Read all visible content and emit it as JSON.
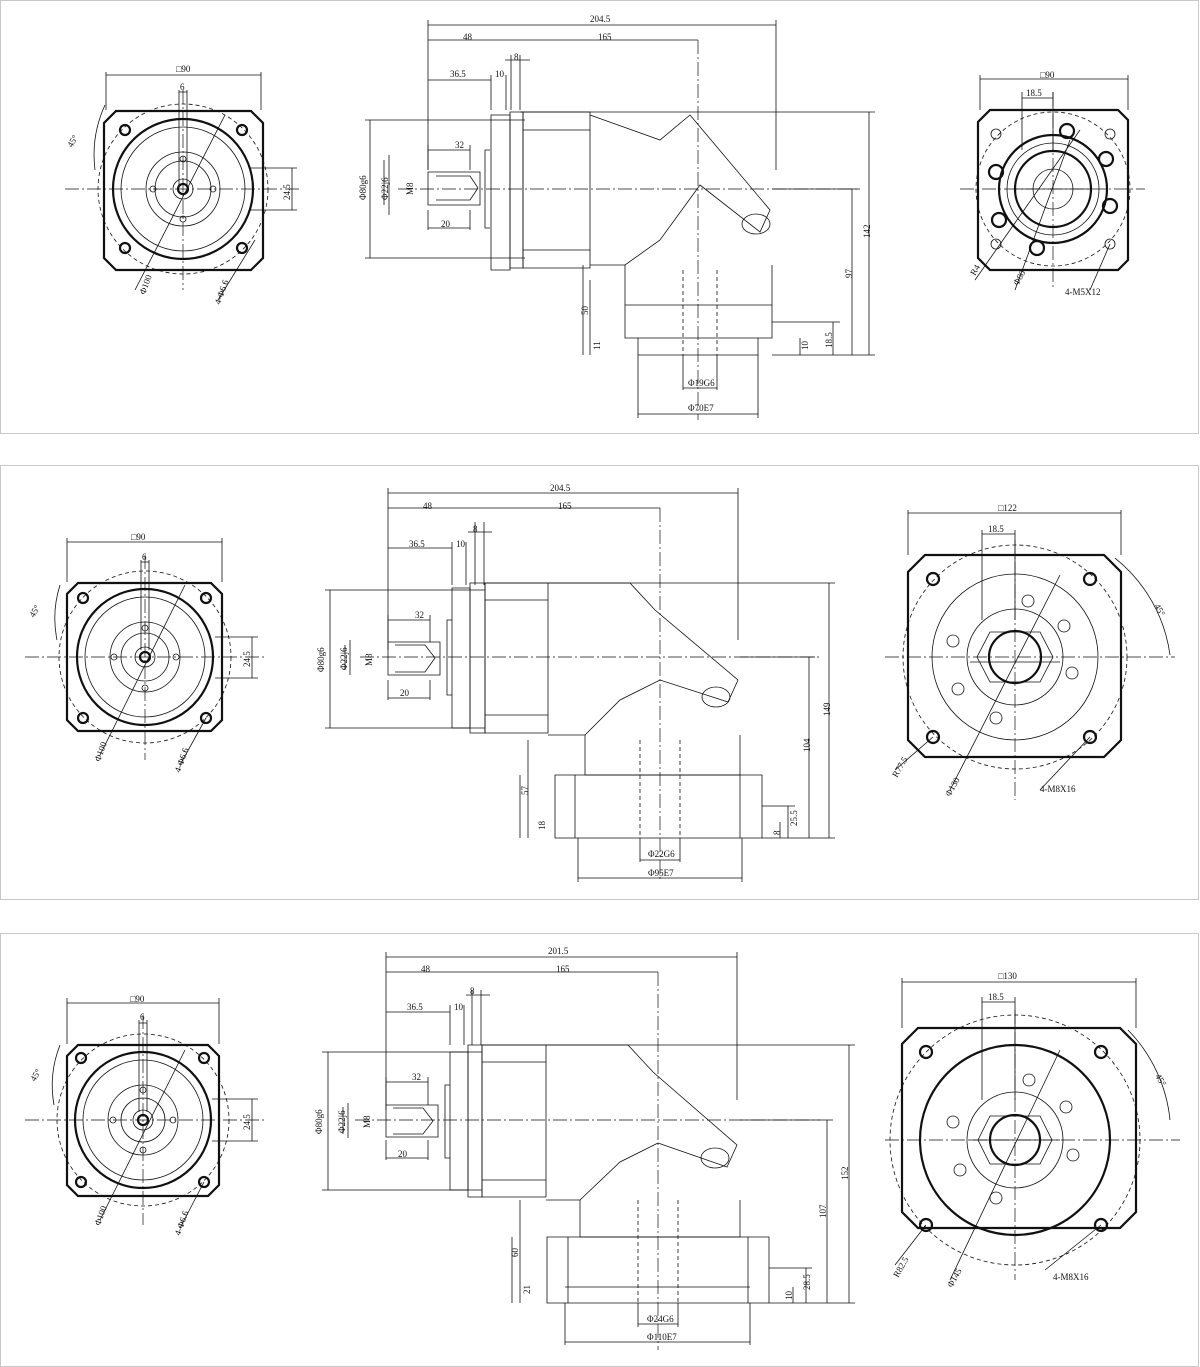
{
  "drawings": [
    {
      "front": {
        "square": "□90",
        "angle": "45°",
        "shaft_offset": "6",
        "height": "24.5",
        "pcd": "Φ100",
        "holes": "4-Φ6.6"
      },
      "side": {
        "total": "204.5",
        "a": "48",
        "b": "165",
        "c": "8",
        "d": "36.5",
        "e": "10",
        "f": "32",
        "g": "Φ80g6",
        "h": "Φ22j6",
        "i": "M8",
        "j": "20",
        "k": "142",
        "l": "97",
        "m": "50",
        "n": "11",
        "o": "10",
        "p": "18.5",
        "q": "Φ19G6",
        "r": "Φ70E7"
      },
      "right": {
        "square": "□90",
        "offset": "18.5",
        "r1": "R4",
        "r2": "Φ80",
        "holes": "4-M5X12"
      }
    },
    {
      "front": {
        "square": "□90",
        "angle": "45°",
        "shaft_offset": "6",
        "height": "24.5",
        "pcd": "Φ100",
        "holes": "4-Φ6.6"
      },
      "side": {
        "total": "204.5",
        "a": "48",
        "b": "165",
        "c": "8",
        "d": "36.5",
        "e": "10",
        "f": "32",
        "g": "Φ80g6",
        "h": "Φ22j6",
        "i": "M8",
        "j": "20",
        "k": "149",
        "l": "104",
        "m": "57",
        "n": "18",
        "o": "8",
        "p": "25.5",
        "q": "Φ22G6",
        "r": "Φ95E7"
      },
      "right": {
        "square": "□122",
        "offset": "18.5",
        "angle": "45°",
        "r1": "R77.5",
        "r2": "Φ130",
        "holes": "4-M8X16"
      }
    },
    {
      "front": {
        "square": "□90",
        "angle": "45°",
        "shaft_offset": "6",
        "height": "24.5",
        "pcd": "Φ100",
        "holes": "4-Φ6.6"
      },
      "side": {
        "total": "201.5",
        "a": "48",
        "b": "165",
        "c": "8",
        "d": "36.5",
        "e": "10",
        "f": "32",
        "g": "Φ80g6",
        "h": "Φ22j6",
        "i": "M8",
        "j": "20",
        "k": "152",
        "l": "107",
        "m": "60",
        "n": "21",
        "o": "10",
        "p": "28.5",
        "q": "Φ24G6",
        "r": "Φ110E7"
      },
      "right": {
        "square": "□130",
        "offset": "18.5",
        "angle": "45°",
        "r1": "R82.5",
        "r2": "Φ145",
        "holes": "4-M8X16"
      }
    }
  ]
}
